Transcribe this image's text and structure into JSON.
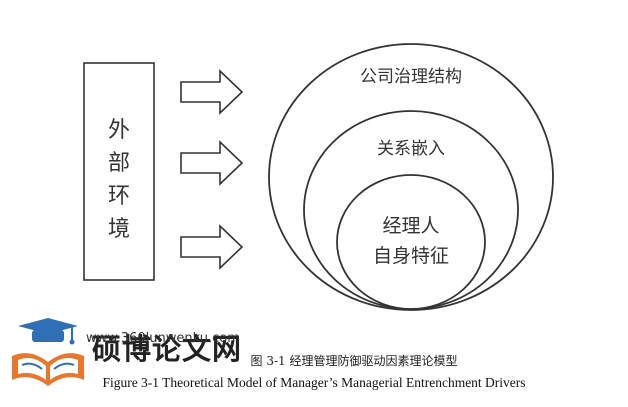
{
  "diagram": {
    "left_box": {
      "chars": [
        "外",
        "部",
        "环",
        "境"
      ]
    },
    "arrows": {
      "count": 3
    },
    "outer_circle": {
      "label": "公司治理结构"
    },
    "middle_circle": {
      "label": "关系嵌入"
    },
    "inner_circle": {
      "label_line1": "经理人",
      "label_line2": "自身特征"
    }
  },
  "watermark": {
    "url": "www.360lunwenku.com",
    "brand": "硕博论文网"
  },
  "caption": {
    "cn": "图 3-1 经理管理防御驱动因素理论模型",
    "en": "Figure 3-1 Theoretical Model of Manager’s Managerial Entrenchment Drivers"
  },
  "colors": {
    "stroke": "#333333",
    "logo_blue": "#2f6fb5",
    "logo_orange": "#e8762b"
  }
}
